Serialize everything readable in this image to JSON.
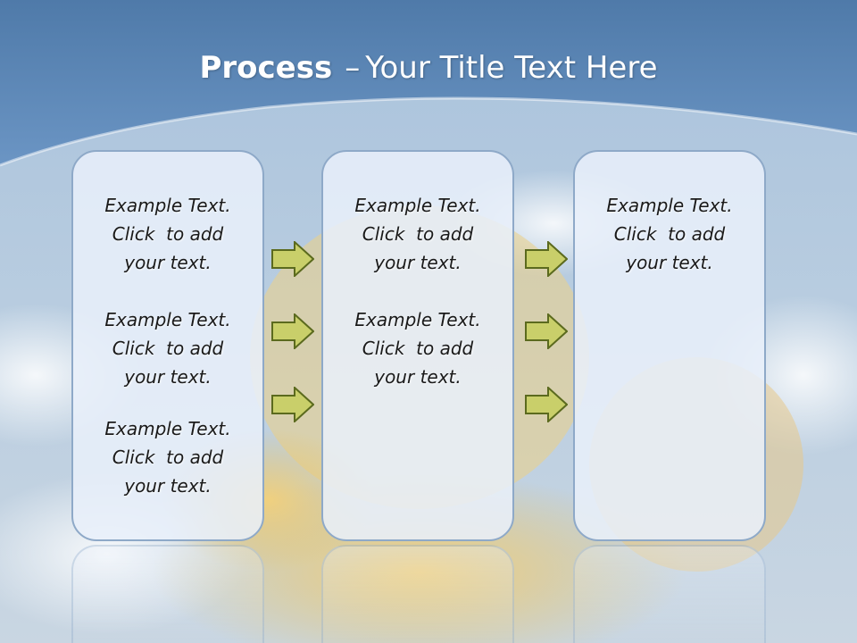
{
  "slide": {
    "title_bold": "Process",
    "title_dash": "–",
    "title_rest": "Your Title Text Here"
  },
  "boxes": [
    {
      "texts": [
        {
          "line1": "Example Text.",
          "line2": "Click  to add",
          "line3": "your text."
        },
        {
          "line1": "Example Text.",
          "line2": "Click  to add",
          "line3": "your text."
        },
        {
          "line1": "Example Text.",
          "line2": "Click  to add",
          "line3": "your text."
        }
      ]
    },
    {
      "texts": [
        {
          "line1": "Example Text.",
          "line2": "Click  to add",
          "line3": "your text."
        },
        {
          "line1": "Example Text.",
          "line2": "Click  to add",
          "line3": "your text."
        }
      ]
    },
    {
      "texts": [
        {
          "line1": "Example Text.",
          "line2": "Click  to add",
          "line3": "your text."
        }
      ]
    }
  ],
  "colors": {
    "arrow_fill": "#c9cf6a",
    "arrow_stroke": "#5b6a1e",
    "box_border": "#8ea9c8",
    "header_blue": "#5a86b8"
  },
  "icons": [
    "right-arrow-icon"
  ]
}
